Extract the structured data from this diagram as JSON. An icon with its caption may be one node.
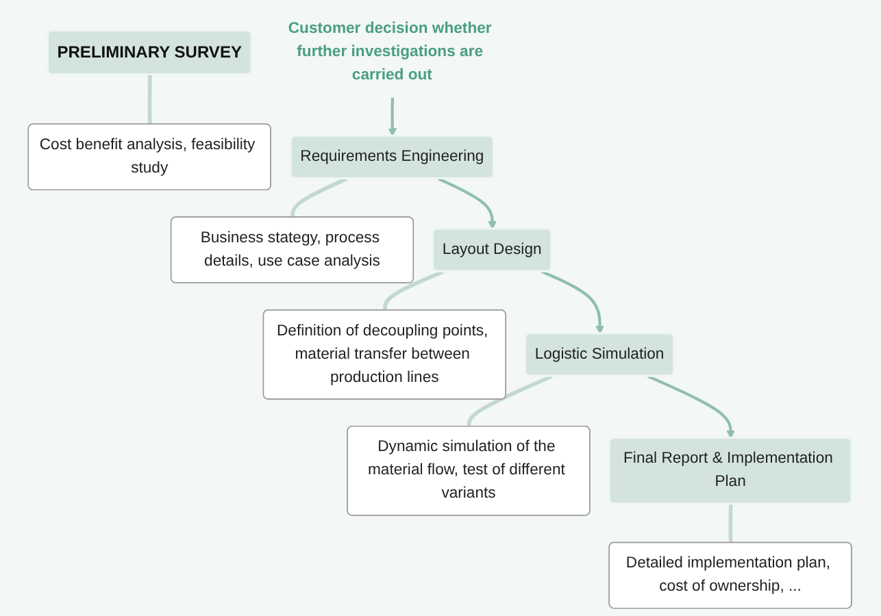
{
  "diagram": {
    "nodes": [
      {
        "text": [
          "PRELIMINARY SURVEY"
        ]
      },
      {
        "text": [
          "Cost benefit analysis, feasibility study"
        ]
      },
      {
        "text": [
          "Customer decision whether further investigations are carried out"
        ]
      },
      {
        "text": [
          "Requirements Engineering"
        ]
      },
      {
        "text": [
          "Business stategy, process details, use case analysis"
        ]
      },
      {
        "text": [
          "Layout Design"
        ]
      },
      {
        "text": [
          "Definition of decoupling points, material transfer between production lines"
        ]
      },
      {
        "text": [
          "Logistic Simulation"
        ]
      },
      {
        "text": [
          "Dynamic simulation of the material flow, test of different variants"
        ]
      },
      {
        "text": [
          "Final Report & Implementation Plan"
        ]
      },
      {
        "text": [
          "Detailed implementation plan, cost of ownership, ..."
        ]
      }
    ],
    "edges": [
      {
        "from": 0,
        "to": 1,
        "arrow": "none"
      },
      {
        "from": 2,
        "to": 3,
        "arrow": "to",
        "color": "#8fbfae"
      },
      {
        "from": 3,
        "to": 4,
        "arrow": "none"
      },
      {
        "from": 3,
        "to": 5,
        "arrow": "to",
        "color": "#8fbfae"
      },
      {
        "from": 5,
        "to": 6,
        "arrow": "none"
      },
      {
        "from": 5,
        "to": 7,
        "arrow": "to",
        "color": "#8fbfae"
      },
      {
        "from": 7,
        "to": 8,
        "arrow": "none"
      },
      {
        "from": 7,
        "to": 9,
        "arrow": "to",
        "color": "#8fbfae"
      },
      {
        "from": 9,
        "to": 10,
        "arrow": "none"
      }
    ]
  }
}
